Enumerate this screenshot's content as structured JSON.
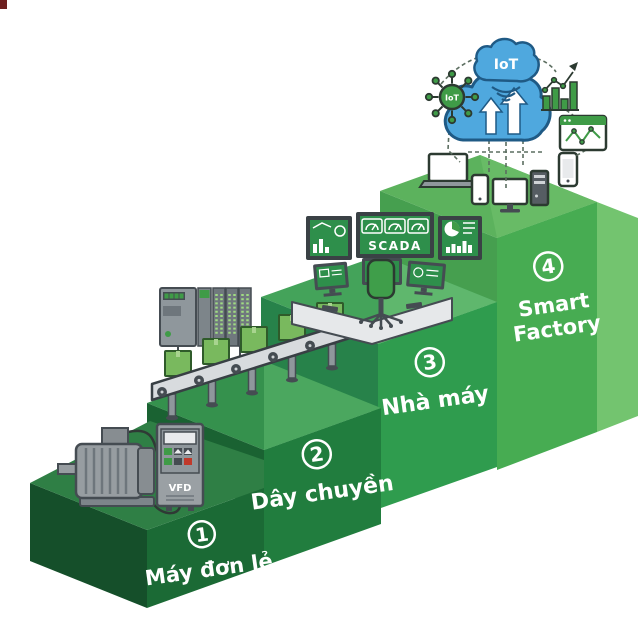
{
  "figure": {
    "description": "Four-step industrial automation pyramid staircase",
    "background": "#ffffff"
  },
  "steps": [
    {
      "number": "1",
      "label": "Máy đơn lẻ",
      "colors": {
        "front": "#1B6A35",
        "top": "#2F7F45",
        "left": "#154F2A"
      }
    },
    {
      "number": "2",
      "label": "Dây chuyền",
      "colors": {
        "front": "#217D3E",
        "top": "#35914D",
        "left": "#1A6232",
        "top_light": "#4BA75F"
      }
    },
    {
      "number": "3",
      "label": "Nhà máy",
      "colors": {
        "front": "#2F9C4E",
        "top": "#44A35A",
        "left": "#27824A",
        "top_light": "#5FB76D"
      }
    },
    {
      "number": "4",
      "label_lines": [
        "Smart",
        "Factory"
      ],
      "colors": {
        "front": "#47AC52",
        "top": "#5CB25D",
        "left": "#469F4F",
        "right": "#73C46F",
        "top_light": "#68BB66"
      }
    }
  ],
  "icons": {
    "cloud_iot_label": "IoT",
    "hub_label": "IoT",
    "scada_label": "SCADA",
    "vfd_label": "VFD"
  },
  "palette": {
    "cloud_blue": "#4FA8DE",
    "cloud_outline": "#1F5A85",
    "icon_green": "#3F9B47",
    "screen_green": "#2E8F4B",
    "box_green": "#79B95E",
    "device_gray": "#8F979C",
    "device_dark": "#454C52",
    "desk_light": "#E6E8EA",
    "belt_gray": "#D8DBDE",
    "dash_color": "#5C6E60",
    "chair_green": "#3F9E4A",
    "red_button": "#C0392B",
    "artifact_red": "#6E2020",
    "text_white": "#FFFFFF"
  }
}
